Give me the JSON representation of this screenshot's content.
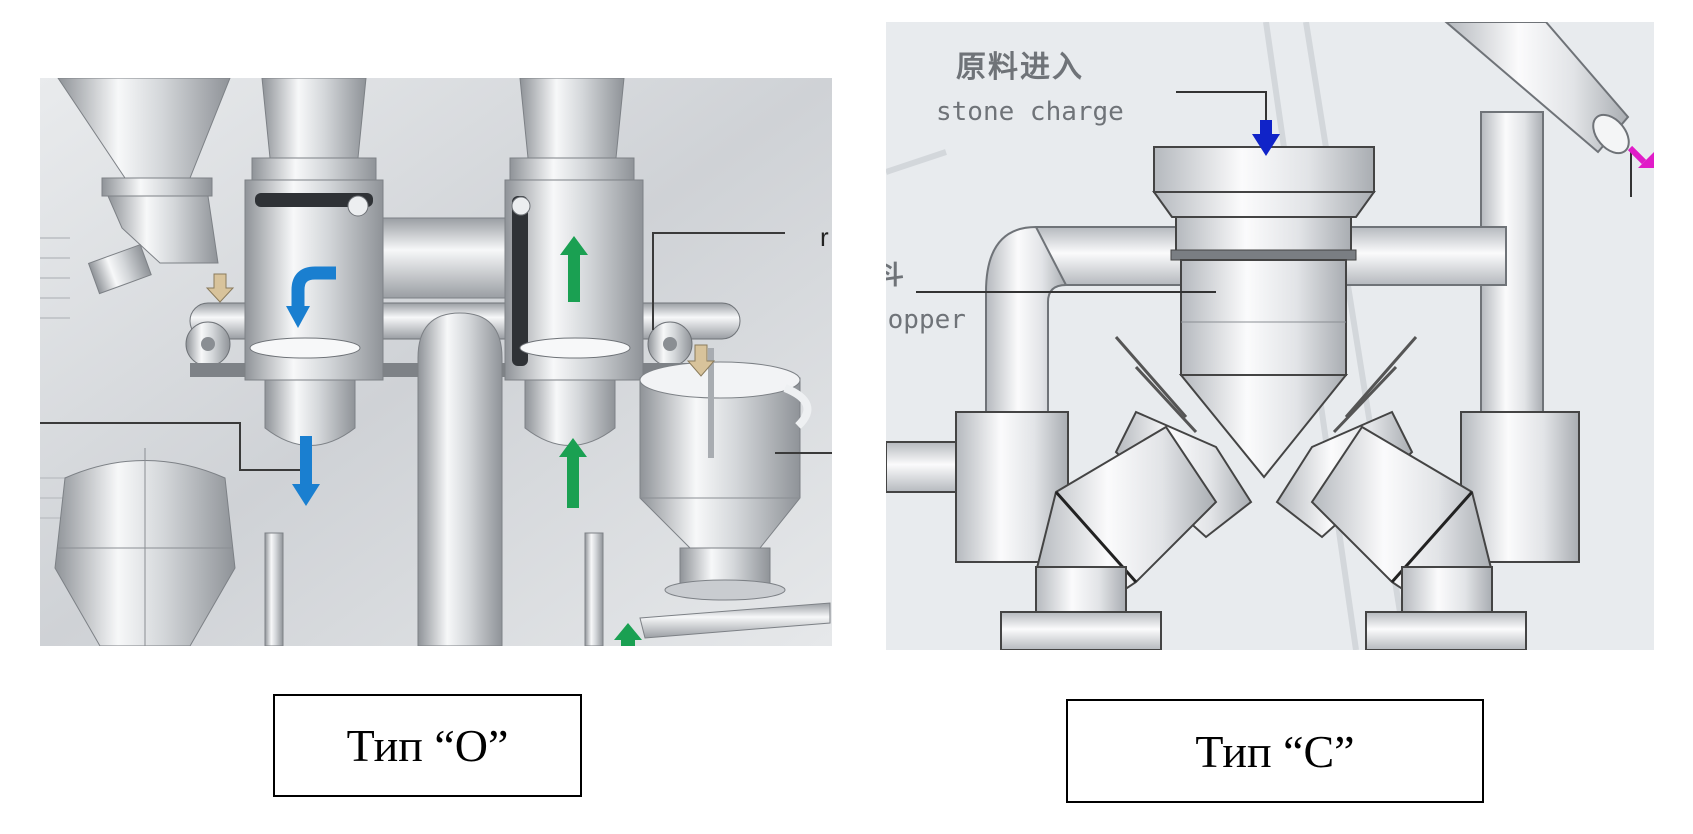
{
  "diagram_o": {
    "labels": {
      "edge_top_right": "r"
    },
    "caption": "Тип “O”"
  },
  "diagram_c": {
    "labels": {
      "stone_charge_zh": "原料进入",
      "stone_charge_en": "stone charge",
      "edge_glyph": "斗",
      "hopper": "hopper"
    },
    "caption": "Тип “C”"
  },
  "colors": {
    "metal_light": "#f4f5f6",
    "metal_mid": "#c9ccd0",
    "metal_dark": "#8f9398",
    "arrow_blue": "#1a7fd0",
    "arrow_green": "#1aa052",
    "arrow_tan": "#d8c39b",
    "arrow_navy": "#1023c8",
    "arrow_magenta": "#e01cc8"
  }
}
